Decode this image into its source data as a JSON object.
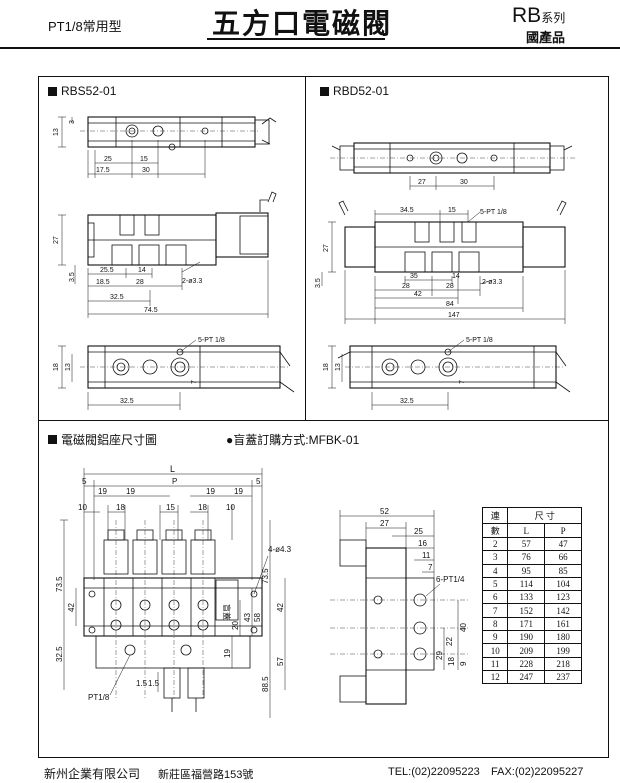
{
  "header": {
    "subtitle": "PT1/8常用型",
    "title": "五方口電磁閥",
    "series_code": "RB",
    "series_suffix": "系列",
    "product_origin": "國產品"
  },
  "sections": {
    "rbs": "RBS52-01",
    "rbd": "RBD52-01",
    "manifold": "電磁閥鋁座尺寸圖",
    "blank_cover": "●盲蓋訂購方式:MFBK-01"
  },
  "rbs_dims": {
    "top": [
      "13",
      "3",
      "25",
      "15",
      "17.5",
      "30"
    ],
    "side": [
      "27",
      "3.5",
      "25.5",
      "14",
      "2-ø3.3",
      "18.5",
      "28",
      "32.5",
      "74.5"
    ],
    "bottom": [
      "5-PT 1/8",
      "18",
      "13",
      "7",
      "32.5"
    ]
  },
  "rbd_dims": {
    "top": [
      "27",
      "30"
    ],
    "side": [
      "34.5",
      "15",
      "5-PT 1/8",
      "27",
      "3.5",
      "35",
      "14",
      "2-ø3.3",
      "28",
      "28",
      "42",
      "84",
      "147"
    ],
    "bottom": [
      "5-PT 1/8",
      "18",
      "13",
      "7",
      "32.5"
    ]
  },
  "manifold_dims": {
    "front": [
      "L",
      "5",
      "P",
      "5",
      "19",
      "19",
      "19",
      "19",
      "10",
      "18",
      "15",
      "18",
      "10",
      "4-ø4.3",
      "73.5",
      "73.5",
      "42",
      "42",
      "20",
      "43",
      "58",
      "19",
      "32.5",
      "57",
      "88.5",
      "1.5",
      "1.5",
      "PT1/8"
    ],
    "blank_label": "盲蓋",
    "side": [
      "52",
      "27",
      "25",
      "16",
      "11",
      "7",
      "6-PT1/4",
      "40",
      "22",
      "29",
      "18",
      "9"
    ]
  },
  "spec_table": {
    "header_row1": [
      "連",
      "尺 寸"
    ],
    "header_row2": [
      "數",
      "L",
      "P"
    ],
    "rows": [
      [
        "2",
        "57",
        "47"
      ],
      [
        "3",
        "76",
        "66"
      ],
      [
        "4",
        "95",
        "85"
      ],
      [
        "5",
        "114",
        "104"
      ],
      [
        "6",
        "133",
        "123"
      ],
      [
        "7",
        "152",
        "142"
      ],
      [
        "8",
        "171",
        "161"
      ],
      [
        "9",
        "190",
        "180"
      ],
      [
        "10",
        "209",
        "199"
      ],
      [
        "11",
        "228",
        "218"
      ],
      [
        "12",
        "247",
        "237"
      ]
    ]
  },
  "footer": {
    "company": "新州企業有限公司",
    "address": "新莊區福營路153號",
    "tel": "TEL:(02)22095223",
    "fax": "FAX:(02)22095227"
  }
}
